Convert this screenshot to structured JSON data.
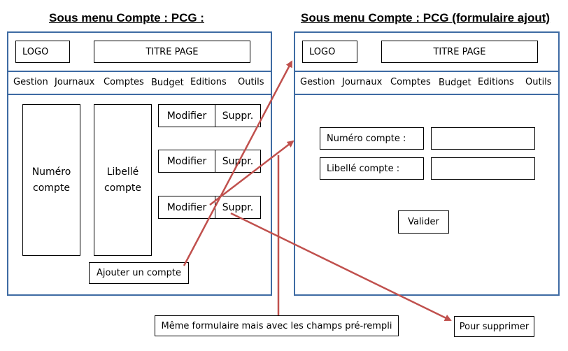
{
  "left": {
    "title": "Sous menu Compte : PCG :",
    "logo": "LOGO",
    "page_title": "TITRE PAGE",
    "menu": [
      "Gestion",
      "Journaux",
      "Comptes",
      "Budget",
      "Editions",
      "Outils"
    ],
    "col_numero_line1": "Numéro",
    "col_numero_line2": "compte",
    "col_libelle_line1": "Libellé",
    "col_libelle_line2": "compte",
    "modify_label": "Modifier",
    "delete_label": "Suppr.",
    "add_button": "Ajouter un compte"
  },
  "right": {
    "title": "Sous menu Compte : PCG (formulaire ajout)",
    "logo": "LOGO",
    "page_title": "TITRE PAGE",
    "menu": [
      "Gestion",
      "Journaux",
      "Comptes",
      "Budget",
      "Editions",
      "Outils"
    ],
    "numero_label": "Numéro compte :",
    "libelle_label": "Libellé compte :",
    "numero_value": "",
    "libelle_value": "",
    "submit": "Valider"
  },
  "notes": {
    "same_form": "Même formulaire  mais avec les champs pré-rempli",
    "delete": "Pour supprimer"
  },
  "colors": {
    "frame": "#3e6ba3",
    "arrow": "#c0504d"
  }
}
